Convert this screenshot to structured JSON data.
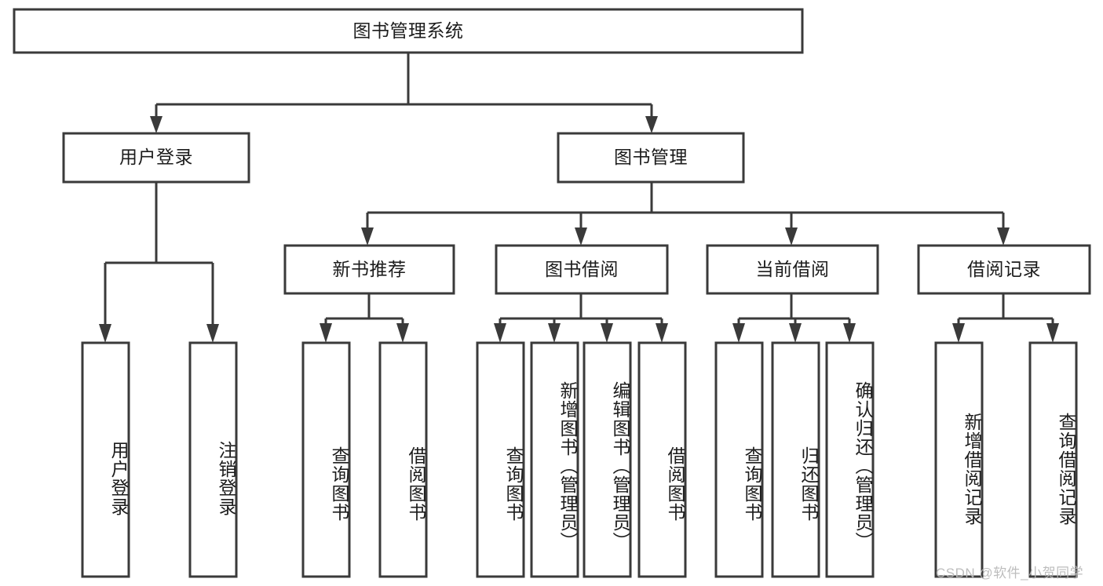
{
  "diagram": {
    "type": "tree",
    "title": "图书管理系统",
    "root": {
      "id": "root",
      "label": "图书管理系统",
      "orientation": "horizontal"
    },
    "level2": [
      {
        "id": "user-login",
        "label": "用户登录",
        "orientation": "horizontal"
      },
      {
        "id": "book-manage",
        "label": "图书管理",
        "orientation": "horizontal"
      }
    ],
    "level3": [
      {
        "id": "new-book-recommend",
        "label": "新书推荐",
        "orientation": "horizontal",
        "parent": "book-manage"
      },
      {
        "id": "book-borrow",
        "label": "图书借阅",
        "orientation": "horizontal",
        "parent": "book-manage"
      },
      {
        "id": "current-borrow",
        "label": "当前借阅",
        "orientation": "horizontal",
        "parent": "book-manage"
      },
      {
        "id": "borrow-record",
        "label": "借阅记录",
        "orientation": "horizontal",
        "parent": "book-manage"
      }
    ],
    "leaves": [
      {
        "id": "leaf-user-login",
        "label": "用户登录",
        "orientation": "vertical",
        "parent": "user-login"
      },
      {
        "id": "leaf-logout-login",
        "label": "注销登录",
        "orientation": "vertical",
        "parent": "user-login"
      },
      {
        "id": "leaf-query-book-1",
        "label": "查询图书",
        "orientation": "vertical",
        "parent": "new-book-recommend"
      },
      {
        "id": "leaf-borrow-book-1",
        "label": "借阅图书",
        "orientation": "vertical",
        "parent": "new-book-recommend"
      },
      {
        "id": "leaf-query-book-2",
        "label": "查询图书",
        "orientation": "vertical",
        "parent": "book-borrow"
      },
      {
        "id": "leaf-add-book",
        "label": "新增图书（管理员）",
        "orientation": "vertical",
        "parent": "book-borrow"
      },
      {
        "id": "leaf-edit-book",
        "label": "编辑图书（管理员）",
        "orientation": "vertical",
        "parent": "book-borrow"
      },
      {
        "id": "leaf-borrow-book-2",
        "label": "借阅图书",
        "orientation": "vertical",
        "parent": "book-borrow"
      },
      {
        "id": "leaf-query-book-3",
        "label": "查询图书",
        "orientation": "vertical",
        "parent": "current-borrow"
      },
      {
        "id": "leaf-return-book",
        "label": "归还图书",
        "orientation": "vertical",
        "parent": "current-borrow"
      },
      {
        "id": "leaf-confirm-return",
        "label": "确认归还（管理员）",
        "orientation": "vertical",
        "parent": "current-borrow"
      },
      {
        "id": "leaf-add-record",
        "label": "新增借阅记录",
        "orientation": "vertical",
        "parent": "borrow-record"
      },
      {
        "id": "leaf-query-record",
        "label": "查询借阅记录",
        "orientation": "vertical",
        "parent": "borrow-record"
      }
    ],
    "colors": {
      "box_stroke": "#3a3a3a",
      "box_fill": "#ffffff",
      "text": "#1c1c1c",
      "background": "#ffffff",
      "watermark": "#b8b8b8"
    }
  },
  "watermark": {
    "text": "CSDN @软件_小贺同学"
  }
}
